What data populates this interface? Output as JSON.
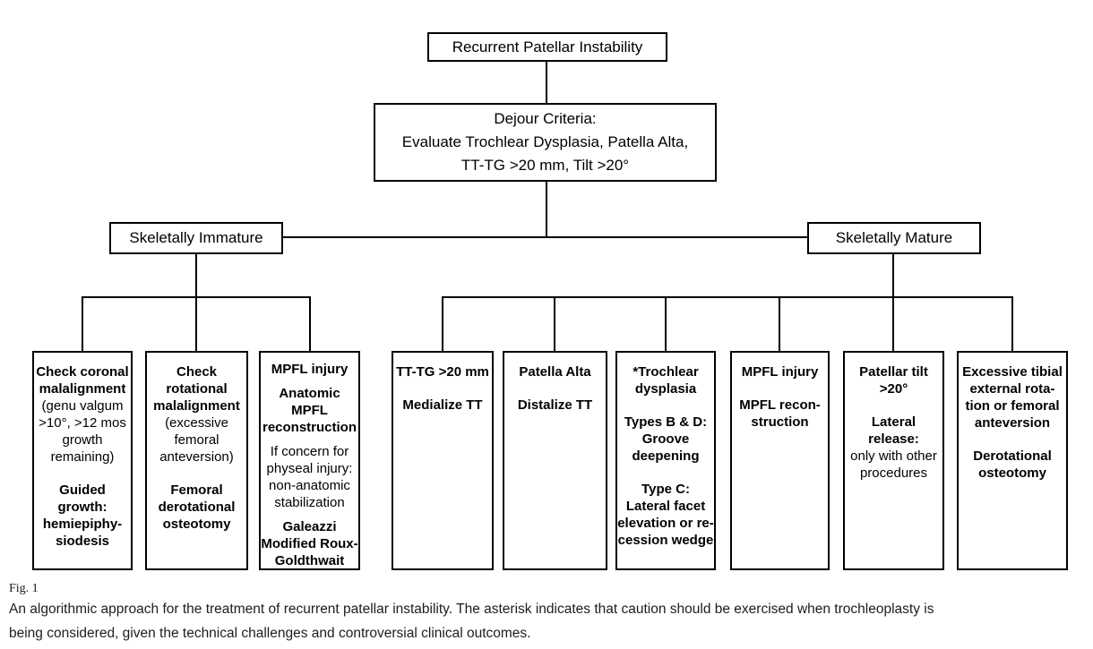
{
  "colors": {
    "background": "#ffffff",
    "line": "#000000",
    "text": "#000000"
  },
  "nodes": {
    "root": "Recurrent Patellar Instability",
    "criteria": "Dejour Criteria:\nEvaluate Trochlear Dysplasia, Patella Alta,\nTT-TG >20 mm, Tilt >20°",
    "branch_immature": "Skeletally Immature",
    "branch_mature": "Skeletally Mature"
  },
  "leaves": [
    {
      "id": "coronal-malalignment",
      "segments": [
        {
          "text": "Check coronal\nmalalignment"
        },
        {
          "text": "(genu valgum\n>10°, >12 mos\ngrowth\nremaining)"
        },
        {
          "text": "Guided growth:\nhemiepiphy-\nsiodesis"
        }
      ]
    },
    {
      "id": "rotational-malalignment",
      "segments": [
        {
          "text": "Check\nrotational\nmalalignment"
        },
        {
          "text": "(excessive\nfemoral\nanteversion)"
        },
        {
          "text": "Femoral\nderotational\nosteotomy"
        }
      ]
    },
    {
      "id": "mpfl-injury-immature",
      "segments": [
        {
          "text": "MPFL injury"
        },
        {
          "text": "Anatomic MPFL\nreconstruction"
        },
        {
          "text": "If concern for\nphyseal injury:\nnon-anatomic\nstabilization"
        },
        {
          "text": "Galeazzi\nModified Roux-\nGoldthwait"
        }
      ]
    },
    {
      "id": "tt-tg",
      "segments": [
        {
          "text": "TT-TG >20 mm"
        },
        {
          "text": "Medialize TT"
        }
      ]
    },
    {
      "id": "patella-alta",
      "segments": [
        {
          "text": "Patella Alta"
        },
        {
          "text": "Distalize TT"
        }
      ]
    },
    {
      "id": "trochlear-dysplasia",
      "segments": [
        {
          "text": "*Trochlear\ndysplasia"
        },
        {
          "text": "Types B & D:\nGroove\ndeepening"
        },
        {
          "text": "Type C:\nLateral facet\nelevation or re-\ncession wedge"
        }
      ]
    },
    {
      "id": "mpfl-injury-mature",
      "segments": [
        {
          "text": "MPFL injury"
        },
        {
          "text": "MPFL recon-\nstruction"
        }
      ]
    },
    {
      "id": "patellar-tilt",
      "segments": [
        {
          "text": "Patellar tilt\n>20°"
        },
        {
          "text": "Lateral release:"
        },
        {
          "text": "only with other\nprocedures"
        }
      ]
    },
    {
      "id": "tibial-rotation",
      "segments": [
        {
          "text": "Excessive tibial\nexternal rota-\ntion or femoral\nanteversion"
        },
        {
          "text": "Derotational\nosteotomy"
        }
      ]
    }
  ],
  "caption": {
    "label": "Fig. 1",
    "text": "An algorithmic approach for the treatment of recurrent patellar instability. The asterisk indicates that caution should be exercised when trochleoplasty is\nbeing considered, given the technical challenges and controversial clinical outcomes."
  }
}
